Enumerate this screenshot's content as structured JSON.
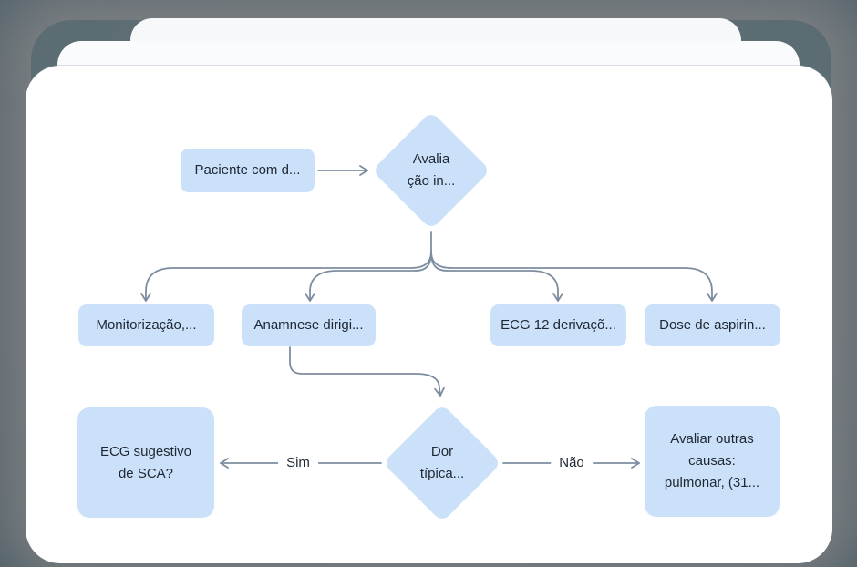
{
  "app": {
    "description": "Flowchart preview on stacked cards"
  },
  "colors": {
    "bg": "#54666e",
    "halo": "#797e81",
    "card_front": "#ffffff",
    "card_mid": "#fafbfc",
    "card_back": "#f6f8fa",
    "node_fill": "#cbe1fa",
    "node_text": "#1e2732",
    "connector": "#7d8da0"
  },
  "flowchart": {
    "nodes": [
      {
        "id": "paciente",
        "type": "rect",
        "lines": [
          "Paciente com d..."
        ]
      },
      {
        "id": "avaliacao",
        "type": "diamond",
        "lines": [
          "Avalia",
          "ção in..."
        ]
      },
      {
        "id": "monitorizacao",
        "type": "rect",
        "lines": [
          "Monitorização,..."
        ]
      },
      {
        "id": "anamnese",
        "type": "rect",
        "lines": [
          "Anamnese dirigi..."
        ]
      },
      {
        "id": "ecg12",
        "type": "rect",
        "lines": [
          "ECG 12 derivaçõ..."
        ]
      },
      {
        "id": "aspirina",
        "type": "rect",
        "lines": [
          "Dose de aspirin..."
        ]
      },
      {
        "id": "dor",
        "type": "diamond",
        "lines": [
          "Dor",
          "típica..."
        ]
      },
      {
        "id": "ecg_sca",
        "type": "rect",
        "lines": [
          "ECG sugestivo",
          "de SCA?"
        ]
      },
      {
        "id": "outras_causas",
        "type": "rect",
        "lines": [
          "Avaliar outras",
          "causas:",
          "pulmonar, (31..."
        ]
      }
    ],
    "edges": [
      {
        "from": "paciente",
        "to": "avaliacao",
        "label": ""
      },
      {
        "from": "avaliacao",
        "to": "monitorizacao",
        "label": ""
      },
      {
        "from": "avaliacao",
        "to": "anamnese",
        "label": ""
      },
      {
        "from": "avaliacao",
        "to": "ecg12",
        "label": ""
      },
      {
        "from": "avaliacao",
        "to": "aspirina",
        "label": ""
      },
      {
        "from": "anamnese",
        "to": "dor",
        "label": ""
      },
      {
        "from": "dor",
        "to": "ecg_sca",
        "label": "Sim"
      },
      {
        "from": "dor",
        "to": "outras_causas",
        "label": "Não"
      }
    ]
  }
}
